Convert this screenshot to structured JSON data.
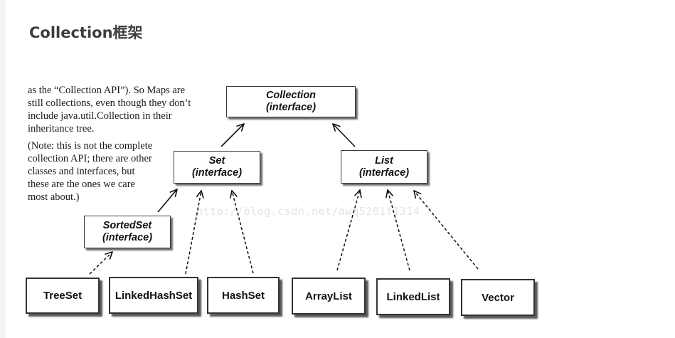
{
  "title": "Collection框架",
  "notes": {
    "paragraph1": [
      "as the “Collection API”). So Maps are",
      "still collections, even though they don’t",
      "include java.util.Collection in their",
      "inheritance tree."
    ],
    "paragraph2": [
      "(Note: this is not the complete",
      "collection API; there are other",
      "classes and interfaces, but",
      "these are the ones we care",
      "most about.)"
    ]
  },
  "interfaces": {
    "collection": {
      "name": "Collection",
      "kind": "(interface)"
    },
    "set": {
      "name": "Set",
      "kind": "(interface)"
    },
    "list": {
      "name": "List",
      "kind": "(interface)"
    },
    "sortedset": {
      "name": "SortedSet",
      "kind": "(interface)"
    }
  },
  "classes": {
    "treeset": "TreeSet",
    "linkedhashset": "LinkedHashSet",
    "hashset": "HashSet",
    "arraylist": "ArrayList",
    "linkedlist": "LinkedList",
    "vector": "Vector"
  },
  "watermark": "http://blog.csdn.net/awq5201t1314",
  "relations": [
    {
      "from": "Set",
      "to": "Collection",
      "type": "extends"
    },
    {
      "from": "List",
      "to": "Collection",
      "type": "extends"
    },
    {
      "from": "SortedSet",
      "to": "Set",
      "type": "extends"
    },
    {
      "from": "TreeSet",
      "to": "SortedSet",
      "type": "implements"
    },
    {
      "from": "LinkedHashSet",
      "to": "Set",
      "type": "implements"
    },
    {
      "from": "HashSet",
      "to": "Set",
      "type": "implements"
    },
    {
      "from": "ArrayList",
      "to": "List",
      "type": "implements"
    },
    {
      "from": "LinkedList",
      "to": "List",
      "type": "implements"
    },
    {
      "from": "Vector",
      "to": "List",
      "type": "implements"
    }
  ]
}
